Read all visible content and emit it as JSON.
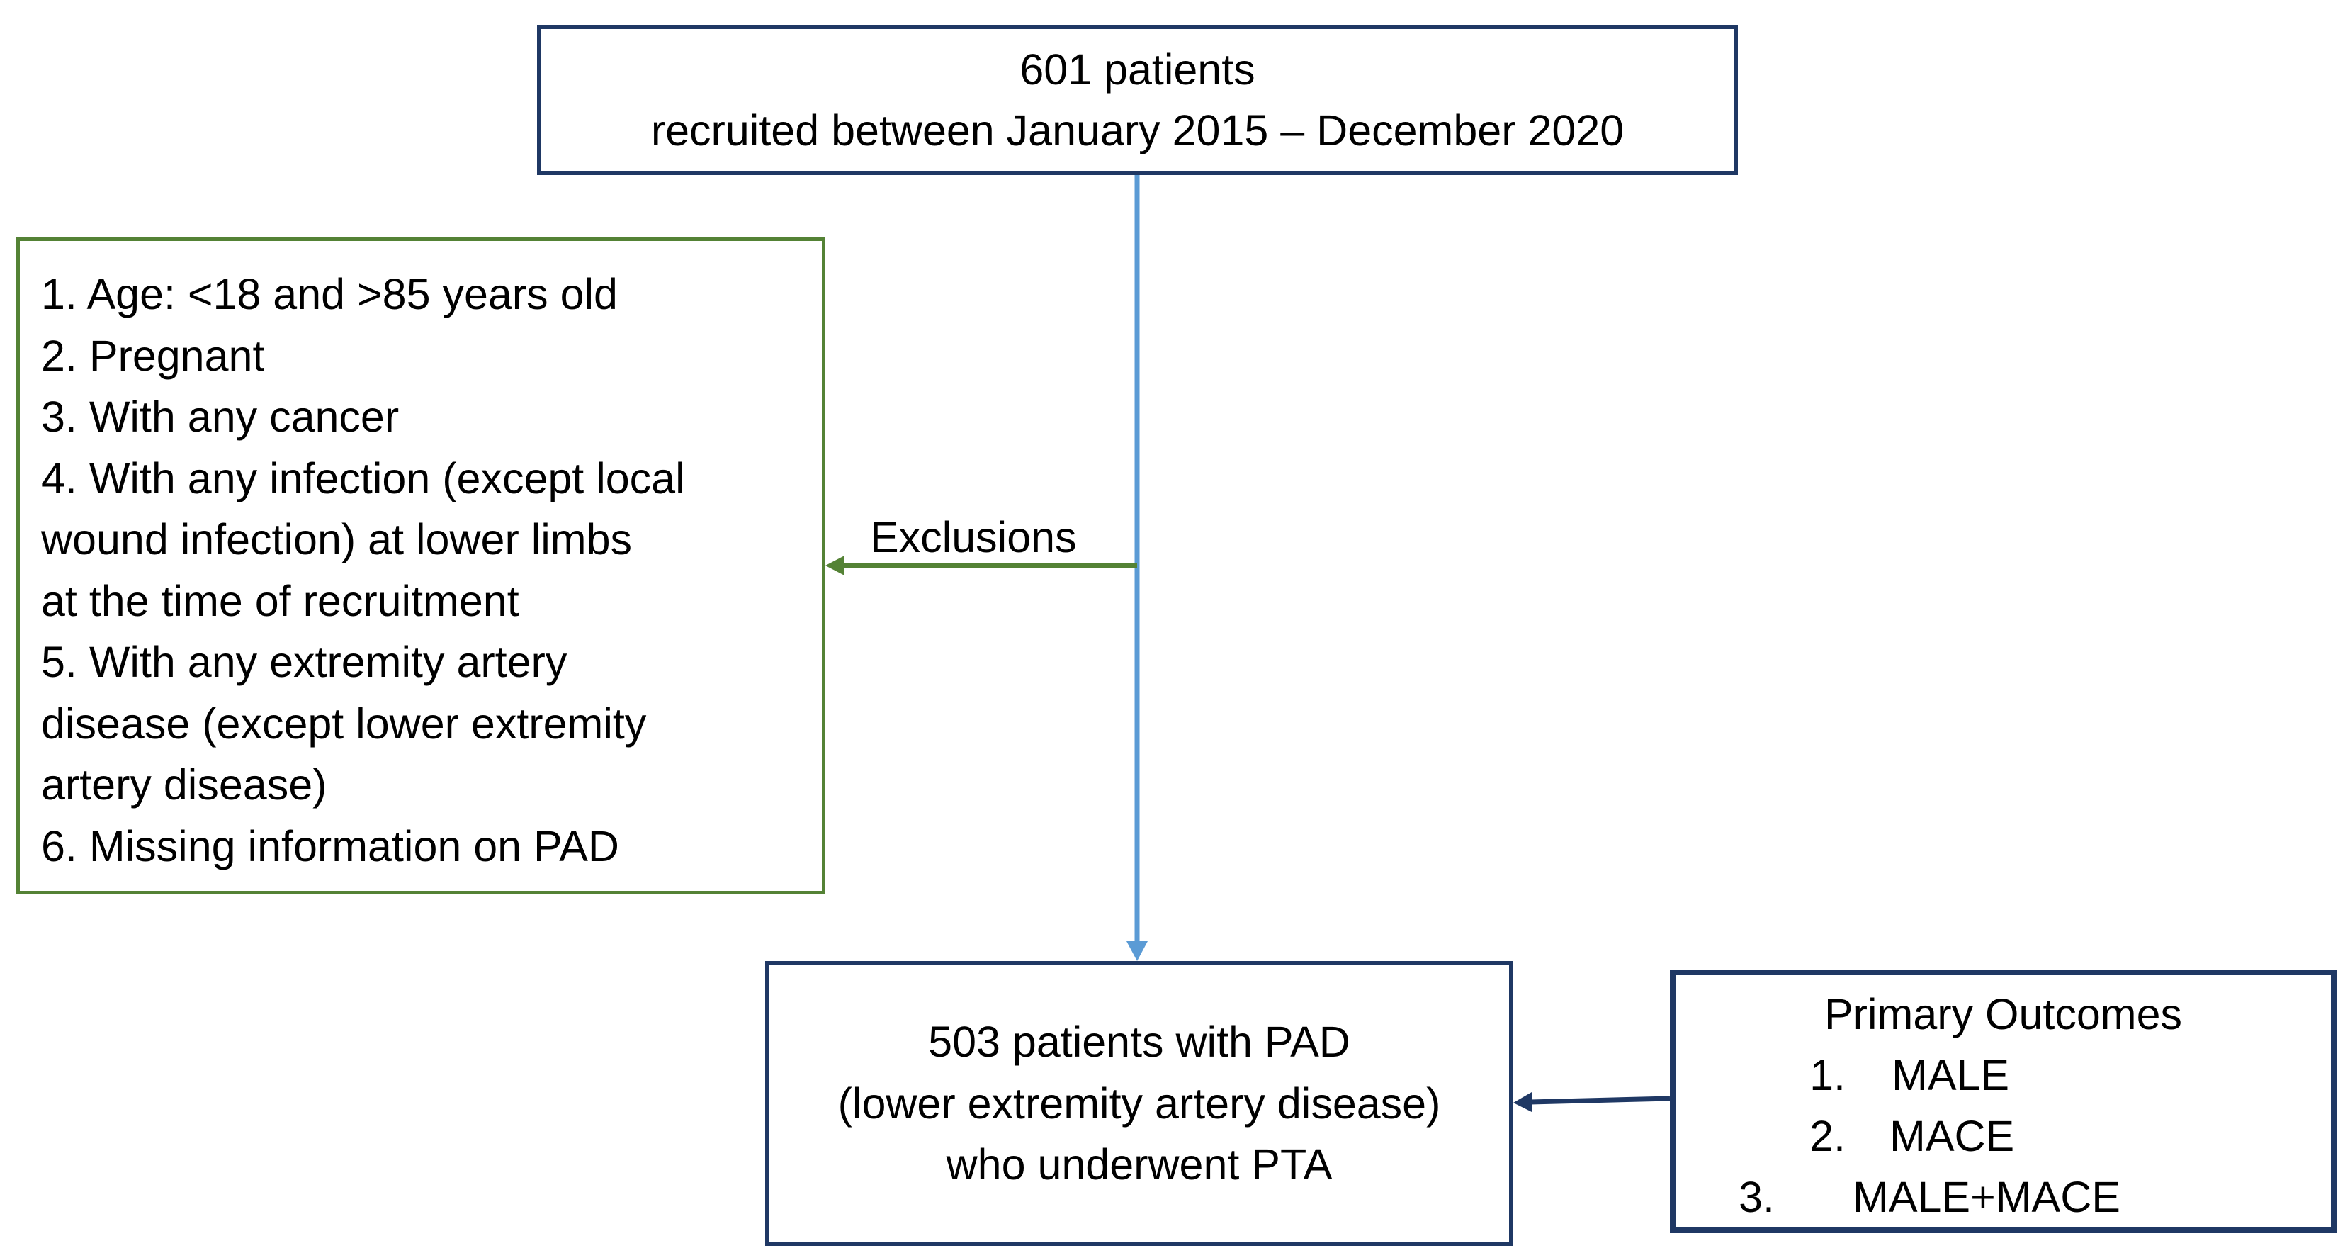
{
  "top_box": {
    "line1": "601 patients",
    "line2": "recruited between January 2015 – December 2020"
  },
  "exclusions_label": "Exclusions",
  "exclusions": {
    "lines": [
      "1. Age: <18 and >85 years old",
      "2. Pregnant",
      "3. With any cancer",
      "4. With any infection (except local",
      "wound infection) at lower limbs",
      "at the time of recruitment",
      "5. With any extremity artery",
      "disease (except lower extremity",
      "artery disease)",
      "6. Missing information on PAD"
    ]
  },
  "result_box": {
    "line1": "503 patients with PAD",
    "line2": "(lower extremity artery disease)",
    "line3": "who underwent PTA"
  },
  "outcomes_box": {
    "heading": "Primary Outcomes",
    "items": [
      {
        "num": "1.",
        "text": "MALE"
      },
      {
        "num": "2.",
        "text": "MACE"
      },
      {
        "num": "3.",
        "text": "MALE+MACE"
      }
    ]
  },
  "colors": {
    "navy_border": "#1f3864",
    "green_border": "#548235",
    "main_arrow": "#5b9bd5",
    "exclusion_arrow": "#548235",
    "outcome_arrow": "#1f3864"
  }
}
